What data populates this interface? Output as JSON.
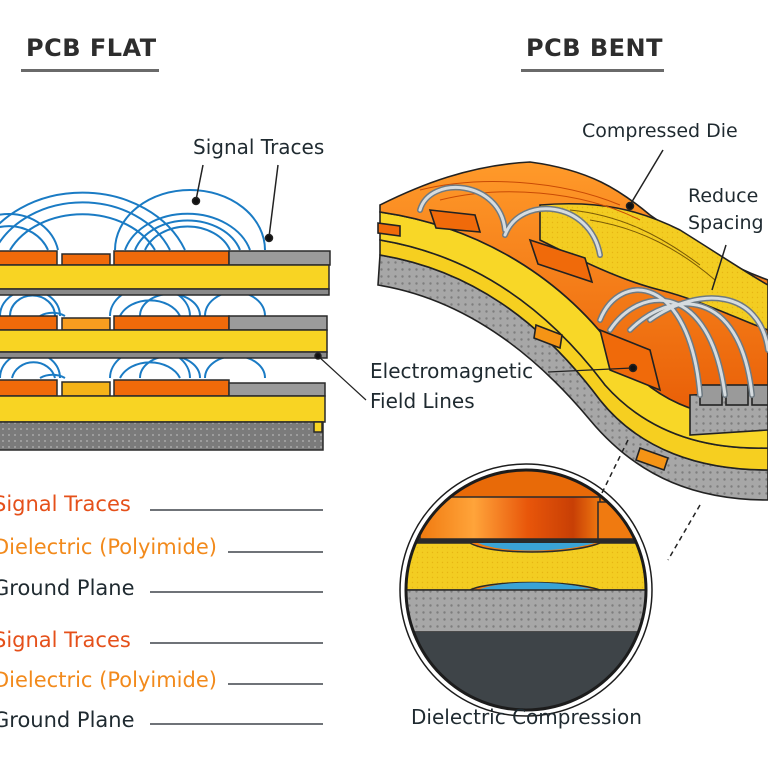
{
  "left_panel": {
    "title": "PCB FLAT",
    "callouts": {
      "signal_traces": "Signal Traces",
      "em_field_lines": [
        "Electromagnetic",
        "Field Lines"
      ]
    },
    "legend": [
      {
        "label": "Signal Traces",
        "role": "signal"
      },
      {
        "label": "Dielectric (Polyimide)",
        "role": "dielectric"
      },
      {
        "label": "Ground Plane",
        "role": "ground"
      },
      {
        "label": "Signal Traces",
        "role": "signal"
      },
      {
        "label": "Dielectric (Polyimide)",
        "role": "dielectric"
      },
      {
        "label": "Ground Plane",
        "role": "ground"
      }
    ],
    "layers": 3
  },
  "right_panel": {
    "title": "PCB BENT",
    "callouts": {
      "compressed_dielectric": "Compressed Die",
      "reduced_spacing": [
        "Reduce",
        "Spacing"
      ]
    },
    "inset_caption": "Dielectric Compression"
  },
  "colors": {
    "signal_trace": "#f06a0a",
    "dielectric": "#f5d22a",
    "ground": "#8c8c8c",
    "field_line": "#1a7bc4",
    "signal_text": "#e5501a",
    "dielectric_text": "#f28a1c",
    "ground_text": "#1f2a30"
  }
}
